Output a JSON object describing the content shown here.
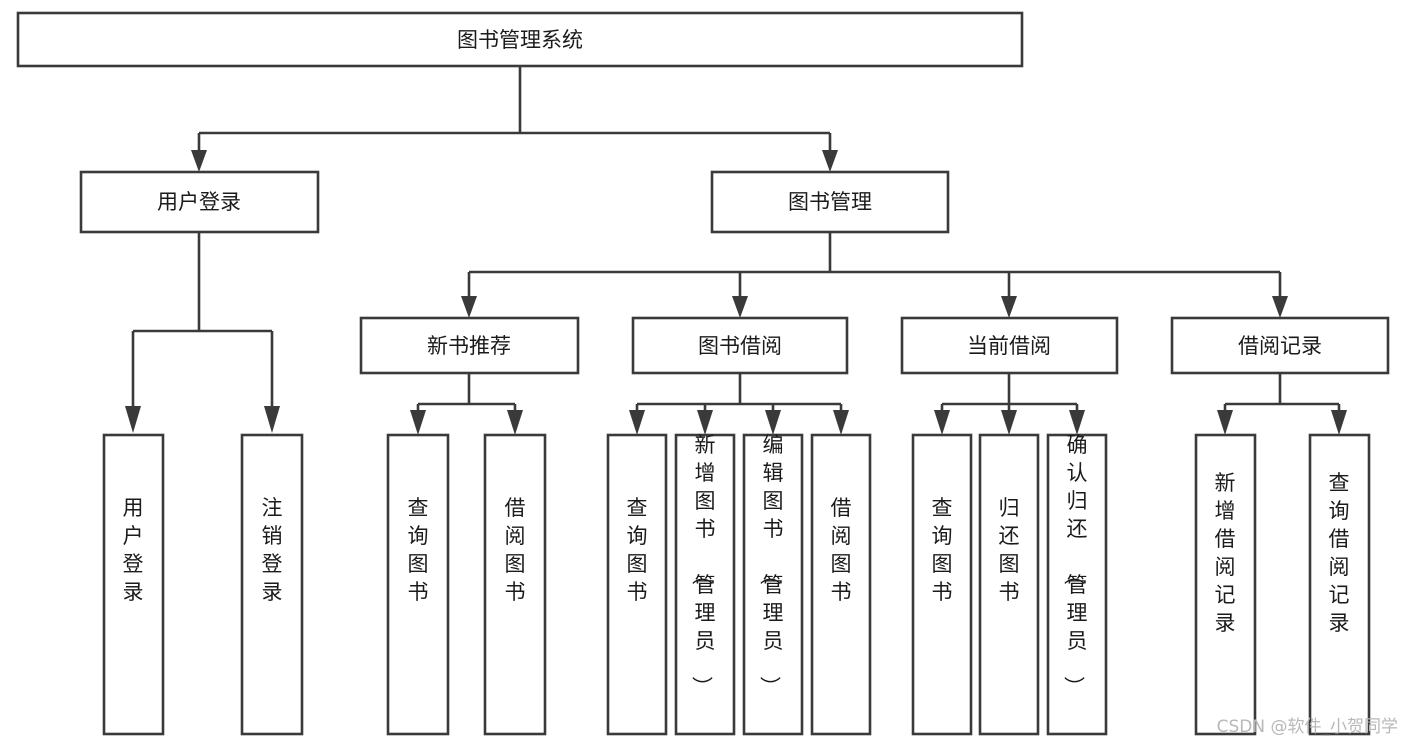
{
  "diagram": {
    "title": "图书管理系统",
    "type": "hierarchy-tree",
    "background_color": "#ffffff",
    "box_stroke_color": "#3a3a3a",
    "box_fill_color": "#ffffff",
    "text_color": "#1b1b1b",
    "connector_color": "#3a3a3a",
    "levels": 4,
    "root": {
      "label": "图书管理系统",
      "orientation": "horizontal"
    },
    "level2": [
      {
        "label": "用户登录",
        "orientation": "horizontal"
      },
      {
        "label": "图书管理",
        "orientation": "horizontal"
      }
    ],
    "level3": [
      {
        "label": "新书推荐",
        "orientation": "horizontal",
        "parent": "图书管理"
      },
      {
        "label": "图书借阅",
        "orientation": "horizontal",
        "parent": "图书管理"
      },
      {
        "label": "当前借阅",
        "orientation": "horizontal",
        "parent": "图书管理"
      },
      {
        "label": "借阅记录",
        "orientation": "horizontal",
        "parent": "图书管理"
      }
    ],
    "leaves": {
      "用户登录": [
        {
          "label": "用户登录",
          "orientation": "vertical"
        },
        {
          "label": "注销登录",
          "orientation": "vertical"
        }
      ],
      "新书推荐": [
        {
          "label": "查询图书",
          "orientation": "vertical"
        },
        {
          "label": "借阅图书",
          "orientation": "vertical"
        }
      ],
      "图书借阅": [
        {
          "label": "查询图书",
          "orientation": "vertical"
        },
        {
          "label": "新增图书（管理员）",
          "orientation": "vertical"
        },
        {
          "label": "编辑图书（管理员）",
          "orientation": "vertical"
        },
        {
          "label": "借阅图书",
          "orientation": "vertical"
        }
      ],
      "当前借阅": [
        {
          "label": "查询图书",
          "orientation": "vertical"
        },
        {
          "label": "归还图书",
          "orientation": "vertical"
        },
        {
          "label": "确认归还（管理员）",
          "orientation": "vertical"
        }
      ],
      "借阅记录": [
        {
          "label": "新增借阅记录",
          "orientation": "vertical"
        },
        {
          "label": "查询借阅记录",
          "orientation": "vertical"
        }
      ]
    }
  },
  "watermark": {
    "text": "CSDN @软件_小贺同学"
  }
}
